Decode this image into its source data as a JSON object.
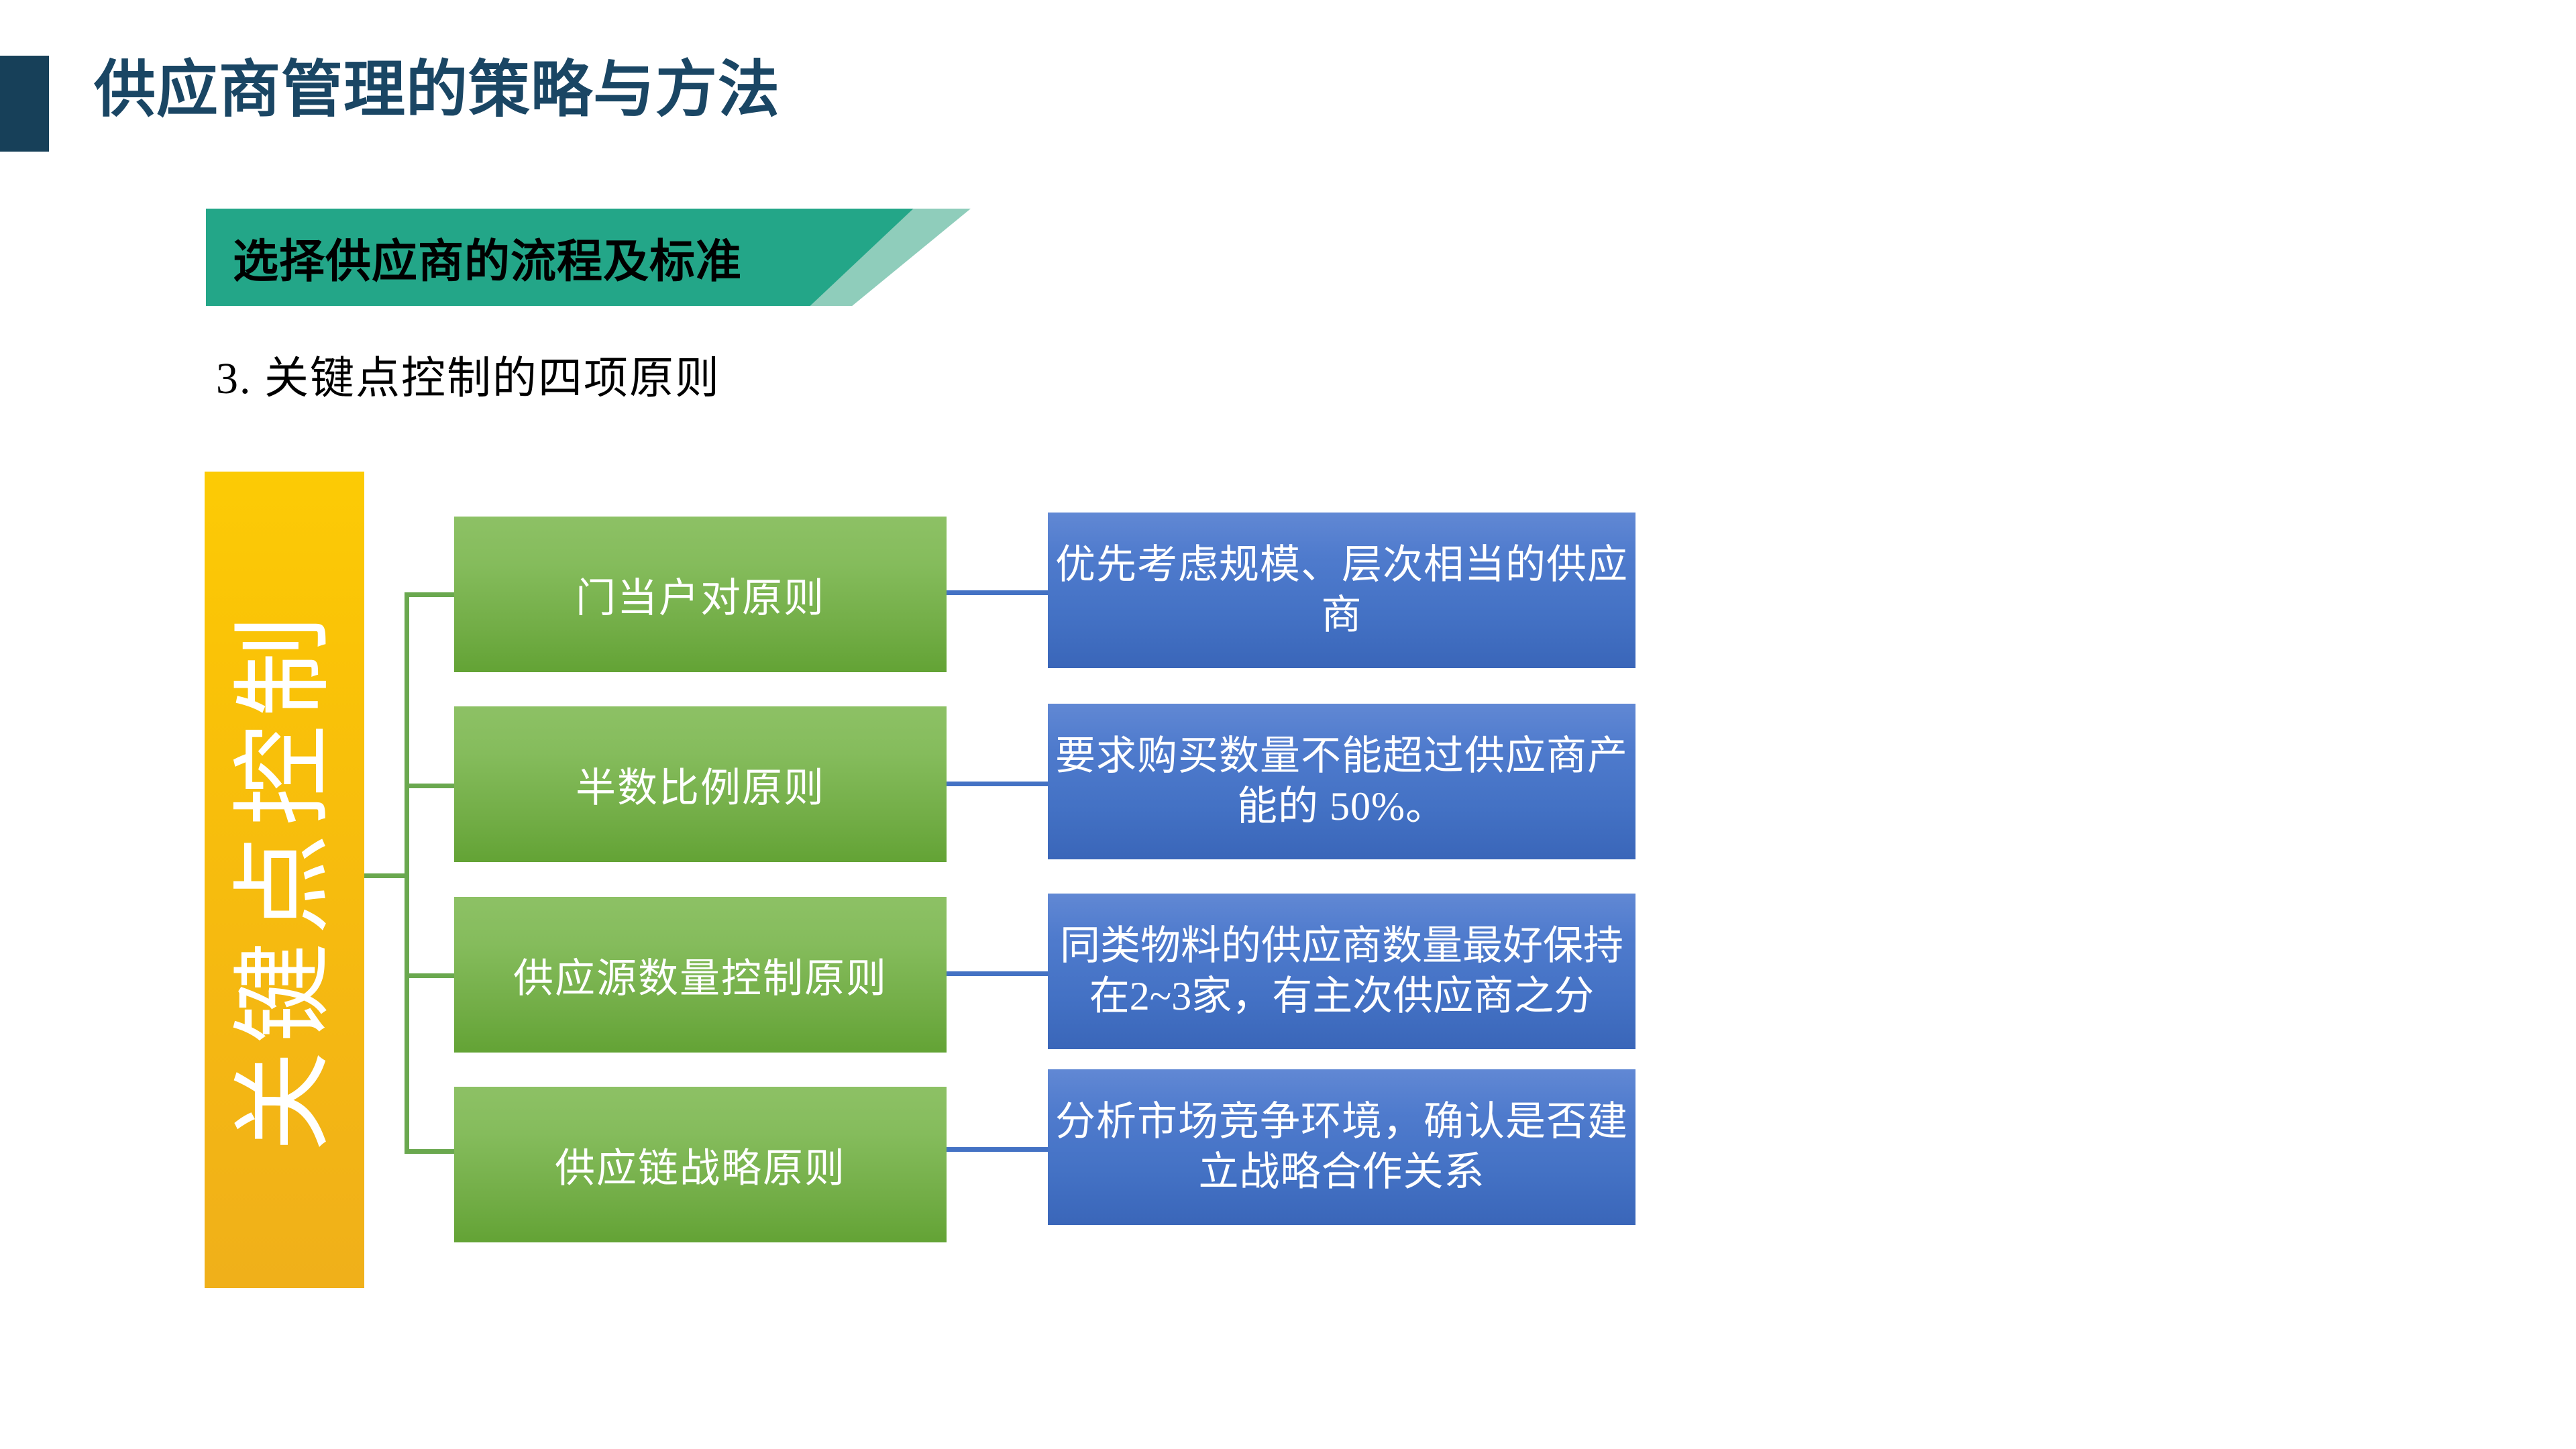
{
  "slide": {
    "title": "供应商管理的策略与方法",
    "section_banner": "选择供应商的流程及标准",
    "sub_heading": "3. 关键点控制的四项原则"
  },
  "colors": {
    "header_accent": "#174059",
    "title_text": "#1a4664",
    "banner_green": "#23a688",
    "banner_green_light": "#8fcdbb",
    "root_yellow": "#fccb05",
    "node_green": "#72ad46",
    "node_blue": "#4371c4",
    "connector_green": "#6aa84f",
    "connector_blue": "#4472c4"
  },
  "diagram": {
    "root_label": "关键点控制",
    "branches": [
      {
        "principle": "门当户对原则",
        "detail": "优先考虑规模、层次相当的供应商"
      },
      {
        "principle": "半数比例原则",
        "detail": "要求购买数量不能超过供应商产能的 50%。"
      },
      {
        "principle": "供应源数量控制原则",
        "detail": "同类物料的供应商数量最好保持在2~3家，有主次供应商之分"
      },
      {
        "principle": "供应链战略原则",
        "detail": "分析市场竞争环境，确认是否建立战略合作关系"
      }
    ]
  }
}
